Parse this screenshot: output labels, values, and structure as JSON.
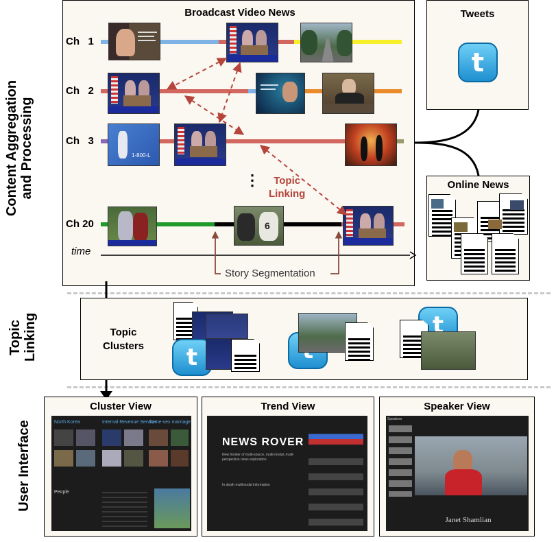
{
  "section_labels": {
    "aggregation": [
      "Content Aggregation",
      "and Processing"
    ],
    "topic_linking": [
      "Topic",
      "Linking"
    ],
    "user_interface": "User Interface"
  },
  "broadcast": {
    "title": "Broadcast Video News",
    "channels": [
      "Ch   1",
      "Ch   2",
      "Ch   3",
      "Ch 20"
    ],
    "ellipsis": "⋮",
    "topic_linking_label": [
      "Topic",
      "Linking"
    ],
    "time_label": "time",
    "story_segmentation": "Story Segmentation"
  },
  "tweets": {
    "title": "Tweets",
    "icon": "twitter-icon"
  },
  "online_news": {
    "title": "Online News"
  },
  "topic_clusters": {
    "title": [
      "Topic",
      "Clusters"
    ]
  },
  "ui": {
    "cluster_view": {
      "title": "Cluster View",
      "columns": [
        "North Korea",
        "Internal Revenue Service",
        "Same-sex marriage"
      ],
      "people": "People"
    },
    "trend_view": {
      "title": "Trend View",
      "logo": "NEWS ROVER",
      "tagline": "New frontier of multi-source, multi-modal, multi-perspective news exploration",
      "info": "In depth multimodal information"
    },
    "speaker_view": {
      "title": "Speaker View",
      "speaker_name": "Janet Shamlian",
      "speakers_header": "Speakers"
    }
  },
  "colors": {
    "blue": "#7fb2e5",
    "red": "#d2675f",
    "yellow": "#f7ef2a",
    "orange": "#e98b2b",
    "purple": "#8a66b8",
    "green": "#1f9a2b",
    "black": "#000000",
    "link": "#b5453b"
  }
}
